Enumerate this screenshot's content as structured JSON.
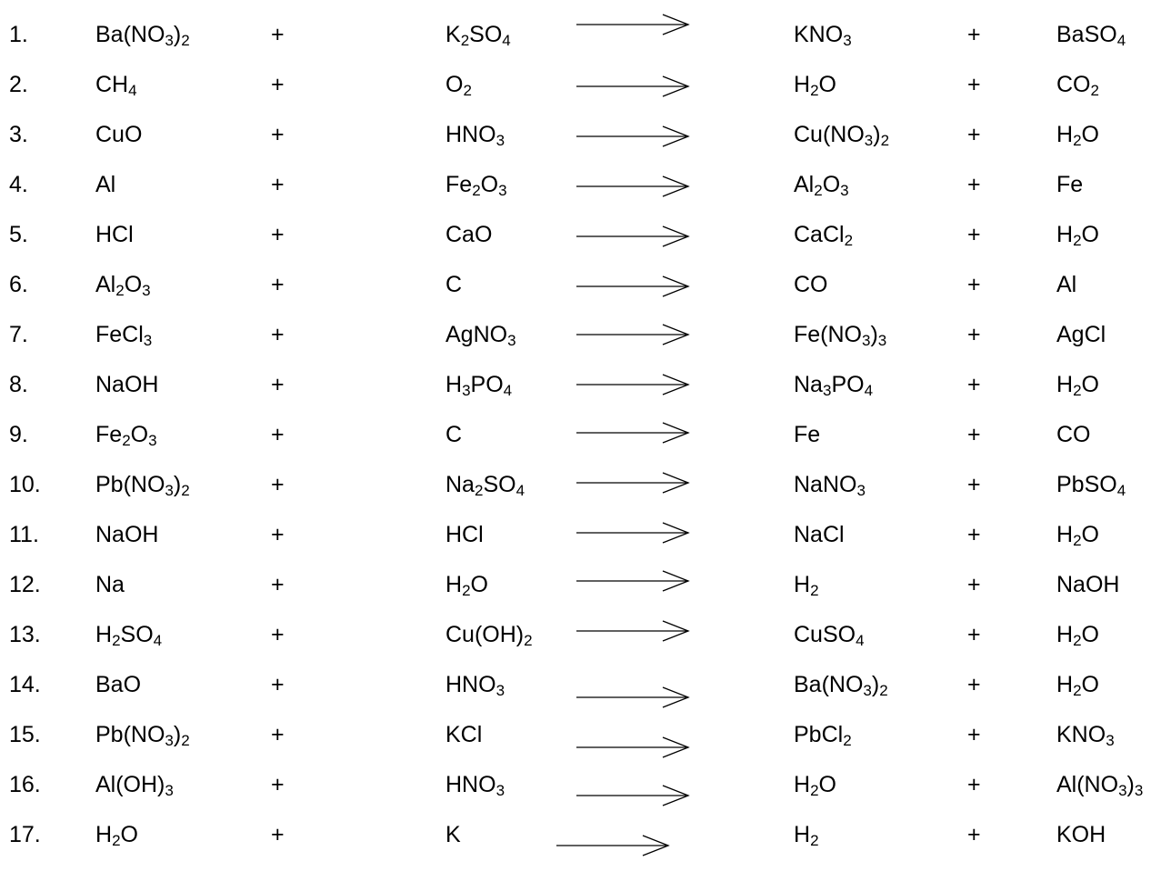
{
  "reactions": [
    {
      "number": "1.",
      "reactant1": [
        [
          "Ba(NO",
          ""
        ],
        [
          "3",
          "sub"
        ],
        [
          ")",
          ""
        ],
        [
          "2",
          "sub"
        ]
      ],
      "plus1": "+",
      "reactant2": [
        [
          "K",
          ""
        ],
        [
          "2",
          "sub"
        ],
        [
          "SO",
          ""
        ],
        [
          "4",
          "sub"
        ]
      ],
      "product1": [
        [
          "KNO",
          ""
        ],
        [
          "3",
          "sub"
        ]
      ],
      "plus2": "+",
      "product2": [
        [
          "BaSO",
          ""
        ],
        [
          "4",
          "sub"
        ]
      ]
    },
    {
      "number": "2.",
      "reactant1": [
        [
          "CH",
          ""
        ],
        [
          "4",
          "sub"
        ]
      ],
      "plus1": "+",
      "reactant2": [
        [
          "O",
          ""
        ],
        [
          "2",
          "sub"
        ]
      ],
      "product1": [
        [
          "H",
          ""
        ],
        [
          "2",
          "sub"
        ],
        [
          "O",
          ""
        ]
      ],
      "plus2": "+",
      "product2": [
        [
          "CO",
          ""
        ],
        [
          "2",
          "sub"
        ]
      ]
    },
    {
      "number": "3.",
      "reactant1": [
        [
          "CuO",
          ""
        ]
      ],
      "plus1": "+",
      "reactant2": [
        [
          "HNO",
          ""
        ],
        [
          "3",
          "sub"
        ]
      ],
      "product1": [
        [
          "Cu(NO",
          ""
        ],
        [
          "3",
          "sub"
        ],
        [
          ")",
          ""
        ],
        [
          "2",
          "sub"
        ]
      ],
      "plus2": "+",
      "product2": [
        [
          "H",
          ""
        ],
        [
          "2",
          "sub"
        ],
        [
          "O",
          ""
        ]
      ]
    },
    {
      "number": "4.",
      "reactant1": [
        [
          "Al",
          ""
        ]
      ],
      "plus1": "+",
      "reactant2": [
        [
          "Fe",
          ""
        ],
        [
          "2",
          "sub"
        ],
        [
          "O",
          ""
        ],
        [
          "3",
          "sub"
        ]
      ],
      "product1": [
        [
          "Al",
          ""
        ],
        [
          "2",
          "sub"
        ],
        [
          "O",
          ""
        ],
        [
          "3",
          "sub"
        ]
      ],
      "plus2": "+",
      "product2": [
        [
          "Fe",
          ""
        ]
      ]
    },
    {
      "number": "5.",
      "reactant1": [
        [
          "HCl",
          ""
        ]
      ],
      "plus1": "+",
      "reactant2": [
        [
          "CaO",
          ""
        ]
      ],
      "product1": [
        [
          "CaCl",
          ""
        ],
        [
          "2",
          "sub"
        ]
      ],
      "plus2": "+",
      "product2": [
        [
          "H",
          ""
        ],
        [
          "2",
          "sub"
        ],
        [
          "O",
          ""
        ]
      ]
    },
    {
      "number": "6.",
      "reactant1": [
        [
          "Al",
          ""
        ],
        [
          "2",
          "sub"
        ],
        [
          "O",
          ""
        ],
        [
          "3",
          "sub"
        ]
      ],
      "plus1": "+",
      "reactant2": [
        [
          "C",
          ""
        ]
      ],
      "product1": [
        [
          "CO",
          ""
        ]
      ],
      "plus2": "+",
      "product2": [
        [
          "Al",
          ""
        ]
      ]
    },
    {
      "number": "7.",
      "reactant1": [
        [
          "FeCl",
          ""
        ],
        [
          "3",
          "sub"
        ]
      ],
      "plus1": "+",
      "reactant2": [
        [
          "AgNO",
          ""
        ],
        [
          "3",
          "sub"
        ]
      ],
      "product1": [
        [
          "Fe(NO",
          ""
        ],
        [
          "3",
          "sub"
        ],
        [
          ")",
          ""
        ],
        [
          "3",
          "sub"
        ]
      ],
      "plus2": "+",
      "product2": [
        [
          "AgCl",
          ""
        ]
      ]
    },
    {
      "number": "8.",
      "reactant1": [
        [
          "NaOH",
          ""
        ]
      ],
      "plus1": "+",
      "reactant2": [
        [
          "H",
          ""
        ],
        [
          "3",
          "sub"
        ],
        [
          "PO",
          ""
        ],
        [
          "4",
          "sub"
        ]
      ],
      "product1": [
        [
          "Na",
          ""
        ],
        [
          "3",
          "sub"
        ],
        [
          "PO",
          ""
        ],
        [
          "4",
          "sub"
        ]
      ],
      "plus2": "+",
      "product2": [
        [
          "H",
          ""
        ],
        [
          "2",
          "sub"
        ],
        [
          "O",
          ""
        ]
      ]
    },
    {
      "number": "9.",
      "reactant1": [
        [
          "Fe",
          ""
        ],
        [
          "2",
          "sub"
        ],
        [
          "O",
          ""
        ],
        [
          "3",
          "sub"
        ]
      ],
      "plus1": "+",
      "reactant2": [
        [
          "C",
          ""
        ]
      ],
      "product1": [
        [
          "Fe",
          ""
        ]
      ],
      "plus2": "+",
      "product2": [
        [
          "CO",
          ""
        ]
      ]
    },
    {
      "number": "10.",
      "reactant1": [
        [
          "Pb(NO",
          ""
        ],
        [
          "3",
          "sub"
        ],
        [
          ")",
          ""
        ],
        [
          "2",
          "sub"
        ]
      ],
      "plus1": "+",
      "reactant2": [
        [
          "Na",
          ""
        ],
        [
          "2",
          "sub"
        ],
        [
          "SO",
          ""
        ],
        [
          "4",
          "sub"
        ]
      ],
      "product1": [
        [
          "NaNO",
          ""
        ],
        [
          "3",
          "sub"
        ]
      ],
      "plus2": "+",
      "product2": [
        [
          "PbSO",
          ""
        ],
        [
          "4",
          "sub"
        ]
      ]
    },
    {
      "number": "11.",
      "reactant1": [
        [
          "NaOH",
          ""
        ]
      ],
      "plus1": "+",
      "reactant2": [
        [
          "HCl",
          ""
        ]
      ],
      "product1": [
        [
          "NaCl",
          ""
        ]
      ],
      "plus2": "+",
      "product2": [
        [
          "H",
          ""
        ],
        [
          "2",
          "sub"
        ],
        [
          "O",
          ""
        ]
      ]
    },
    {
      "number": "12.",
      "reactant1": [
        [
          "Na",
          ""
        ]
      ],
      "plus1": "+",
      "reactant2": [
        [
          "H",
          ""
        ],
        [
          "2",
          "sub"
        ],
        [
          "O",
          ""
        ]
      ],
      "product1": [
        [
          "H",
          ""
        ],
        [
          "2",
          "sub"
        ]
      ],
      "plus2": "+",
      "product2": [
        [
          "NaOH",
          ""
        ]
      ]
    },
    {
      "number": "13.",
      "reactant1": [
        [
          "H",
          ""
        ],
        [
          "2",
          "sub"
        ],
        [
          "SO",
          ""
        ],
        [
          "4",
          "sub"
        ]
      ],
      "plus1": "+",
      "reactant2": [
        [
          "Cu(OH)",
          ""
        ],
        [
          "2",
          "sub"
        ]
      ],
      "product1": [
        [
          "CuSO",
          ""
        ],
        [
          "4",
          "sub"
        ]
      ],
      "plus2": "+",
      "product2": [
        [
          "H",
          ""
        ],
        [
          "2",
          "sub"
        ],
        [
          "O",
          ""
        ]
      ]
    },
    {
      "number": "14.",
      "reactant1": [
        [
          "BaO",
          ""
        ]
      ],
      "plus1": "+",
      "reactant2": [
        [
          "HNO",
          ""
        ],
        [
          "3",
          "sub"
        ]
      ],
      "product1": [
        [
          "Ba(NO",
          ""
        ],
        [
          "3",
          "sub"
        ],
        [
          ")",
          ""
        ],
        [
          "2",
          "sub"
        ]
      ],
      "plus2": "+",
      "product2": [
        [
          "H",
          ""
        ],
        [
          "2",
          "sub"
        ],
        [
          "O",
          ""
        ]
      ]
    },
    {
      "number": "15.",
      "reactant1": [
        [
          "Pb(NO",
          ""
        ],
        [
          "3",
          "sub"
        ],
        [
          ")",
          ""
        ],
        [
          "2",
          "sub"
        ]
      ],
      "plus1": "+",
      "reactant2": [
        [
          "KCl",
          ""
        ]
      ],
      "product1": [
        [
          "PbCl",
          ""
        ],
        [
          "2",
          "sub"
        ]
      ],
      "plus2": "+",
      "product2": [
        [
          "KNO",
          ""
        ],
        [
          "3",
          "sub"
        ]
      ]
    },
    {
      "number": "16.",
      "reactant1": [
        [
          "Al(OH)",
          ""
        ],
        [
          "3",
          "sub"
        ]
      ],
      "plus1": "+",
      "reactant2": [
        [
          "HNO",
          ""
        ],
        [
          "3",
          "sub"
        ]
      ],
      "product1": [
        [
          "H",
          ""
        ],
        [
          "2",
          "sub"
        ],
        [
          "O",
          ""
        ]
      ],
      "plus2": "+",
      "product2": [
        [
          "Al(NO",
          ""
        ],
        [
          "3",
          "sub"
        ],
        [
          ")",
          ""
        ],
        [
          "3",
          "sub"
        ]
      ]
    },
    {
      "number": "17.",
      "reactant1": [
        [
          "H",
          ""
        ],
        [
          "2",
          "sub"
        ],
        [
          "O",
          ""
        ]
      ],
      "plus1": "+",
      "reactant2": [
        [
          "K",
          ""
        ]
      ],
      "product1": [
        [
          "H",
          ""
        ],
        [
          "2",
          "sub"
        ]
      ],
      "plus2": "+",
      "product2": [
        [
          "KOH",
          ""
        ]
      ]
    }
  ]
}
